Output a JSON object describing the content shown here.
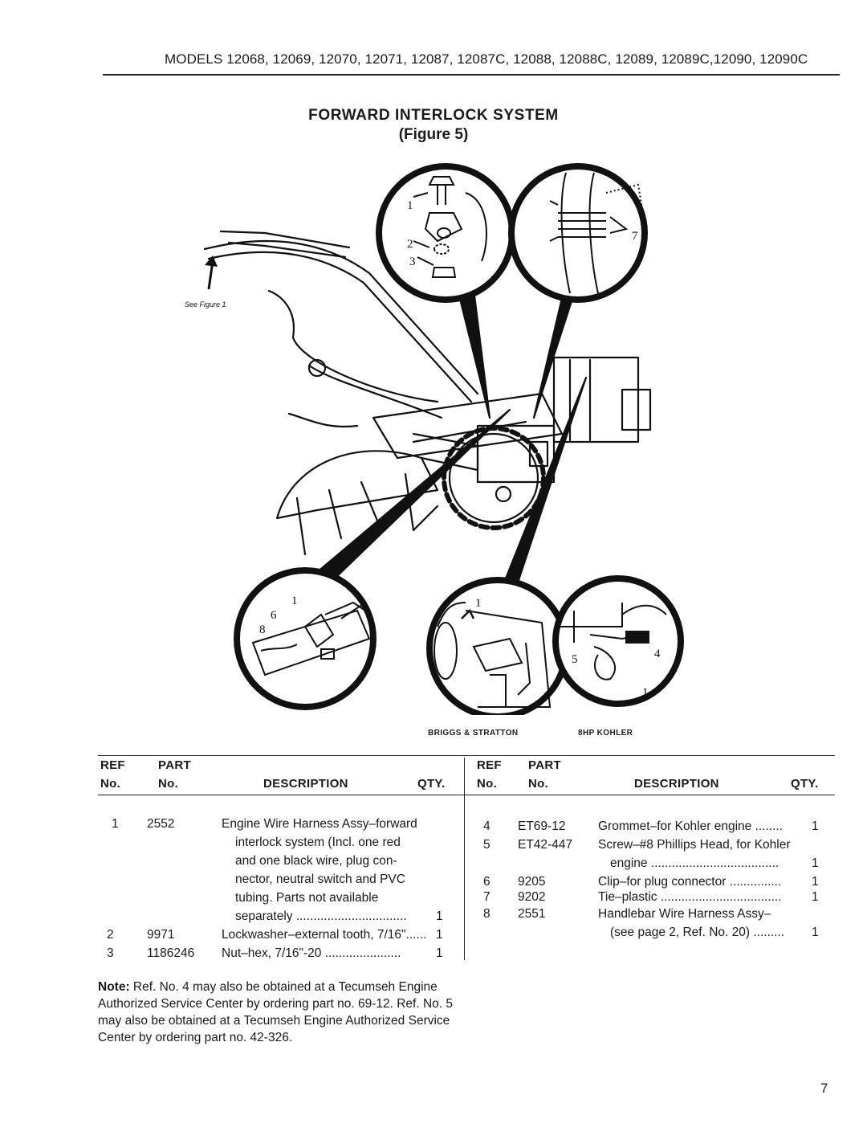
{
  "header": {
    "models_line": "MODELS 12068, 12069, 12070, 12071, 12087, 12087C, 12088, 12088C, 12089, 12089C,12090, 12090C"
  },
  "section": {
    "title": "FORWARD INTERLOCK SYSTEM",
    "figure_label": "(Figure 5)"
  },
  "diagram": {
    "see_figure": "See Figure 1",
    "callouts": [
      "1",
      "2",
      "3",
      "7",
      "1",
      "6",
      "8",
      "1",
      "5",
      "4",
      "1"
    ],
    "caption_left": "BRIGGS & STRATTON",
    "caption_right": "8HP KOHLER"
  },
  "table": {
    "headers": {
      "ref_top": "REF",
      "part_top": "PART",
      "ref_bottom": "No.",
      "part_bottom": "No.",
      "description": "DESCRIPTION",
      "qty": "QTY."
    },
    "left_rows": [
      {
        "ref": "1",
        "part": "2552",
        "lines": [
          "Engine Wire Harness Assy–forward",
          "interlock system (Incl. one red",
          "and one black wire, plug con-",
          "nector, neutral switch and PVC",
          "tubing.  Parts not available",
          "separately ................................"
        ],
        "qty": "1"
      },
      {
        "ref": "2",
        "part": "9971",
        "lines": [
          "Lockwasher–external tooth, 7/16\"......"
        ],
        "qty": "1"
      },
      {
        "ref": "3",
        "part": "1186246",
        "lines": [
          "Nut–hex, 7/16\"-20 ......................"
        ],
        "qty": "1"
      }
    ],
    "right_rows": [
      {
        "ref": "4",
        "part": "ET69-12",
        "lines": [
          "Grommet–for Kohler engine ........"
        ],
        "qty": "1"
      },
      {
        "ref": "5",
        "part": "ET42-447",
        "lines": [
          "Screw–#8 Phillips Head, for Kohler",
          "engine ....................................."
        ],
        "qty": "1"
      },
      {
        "ref": "6",
        "part": "9205",
        "lines": [
          "Clip–for plug connector ..............."
        ],
        "qty": "1"
      },
      {
        "ref": "7",
        "part": "9202",
        "lines": [
          "Tie–plastic ..................................."
        ],
        "qty": "1"
      },
      {
        "ref": "8",
        "part": "2551",
        "lines": [
          "Handlebar Wire Harness Assy–",
          "(see page 2, Ref. No. 20) ........."
        ],
        "qty": "1"
      }
    ]
  },
  "note": {
    "label": "Note:",
    "text": " Ref. No. 4 may also be obtained at a Tecumseh Engine Authorized Service Center by ordering part no. 69-12. Ref. No. 5 may also be obtained at a Tecumseh Engine Authorized Service Center by ordering part no. 42-326."
  },
  "page_number": "7"
}
